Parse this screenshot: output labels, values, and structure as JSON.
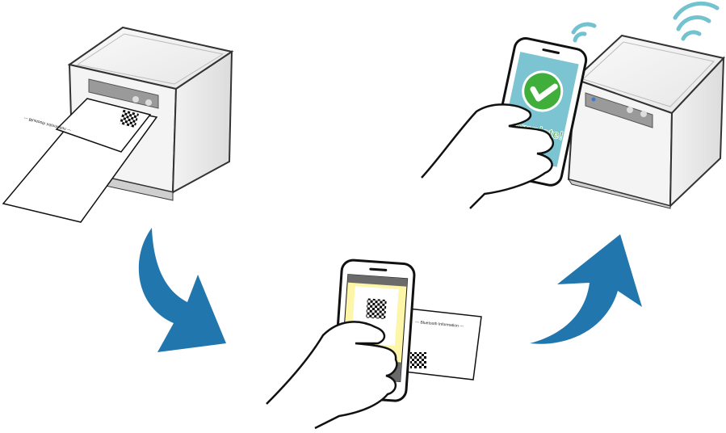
{
  "steps": {
    "print": {
      "receipt_text": "--- Bluetooth Information ---"
    },
    "scan": {
      "receipt_text": "--- Bluetooth Information ---"
    },
    "pair": {
      "status_text": "Complete!"
    }
  },
  "colors": {
    "arrow": "#2177ad",
    "screen": "#7cc4d1",
    "check": "#3fae3a",
    "wifi": "#72c2d0",
    "scanner_highlight": "#fdf6a8",
    "scanner_bar": "#6a6a6a"
  },
  "icons": [
    "printer",
    "receipt",
    "qr-code",
    "smartphone",
    "hand",
    "arrow-down",
    "arrow-up",
    "wifi-waves",
    "checkmark"
  ]
}
